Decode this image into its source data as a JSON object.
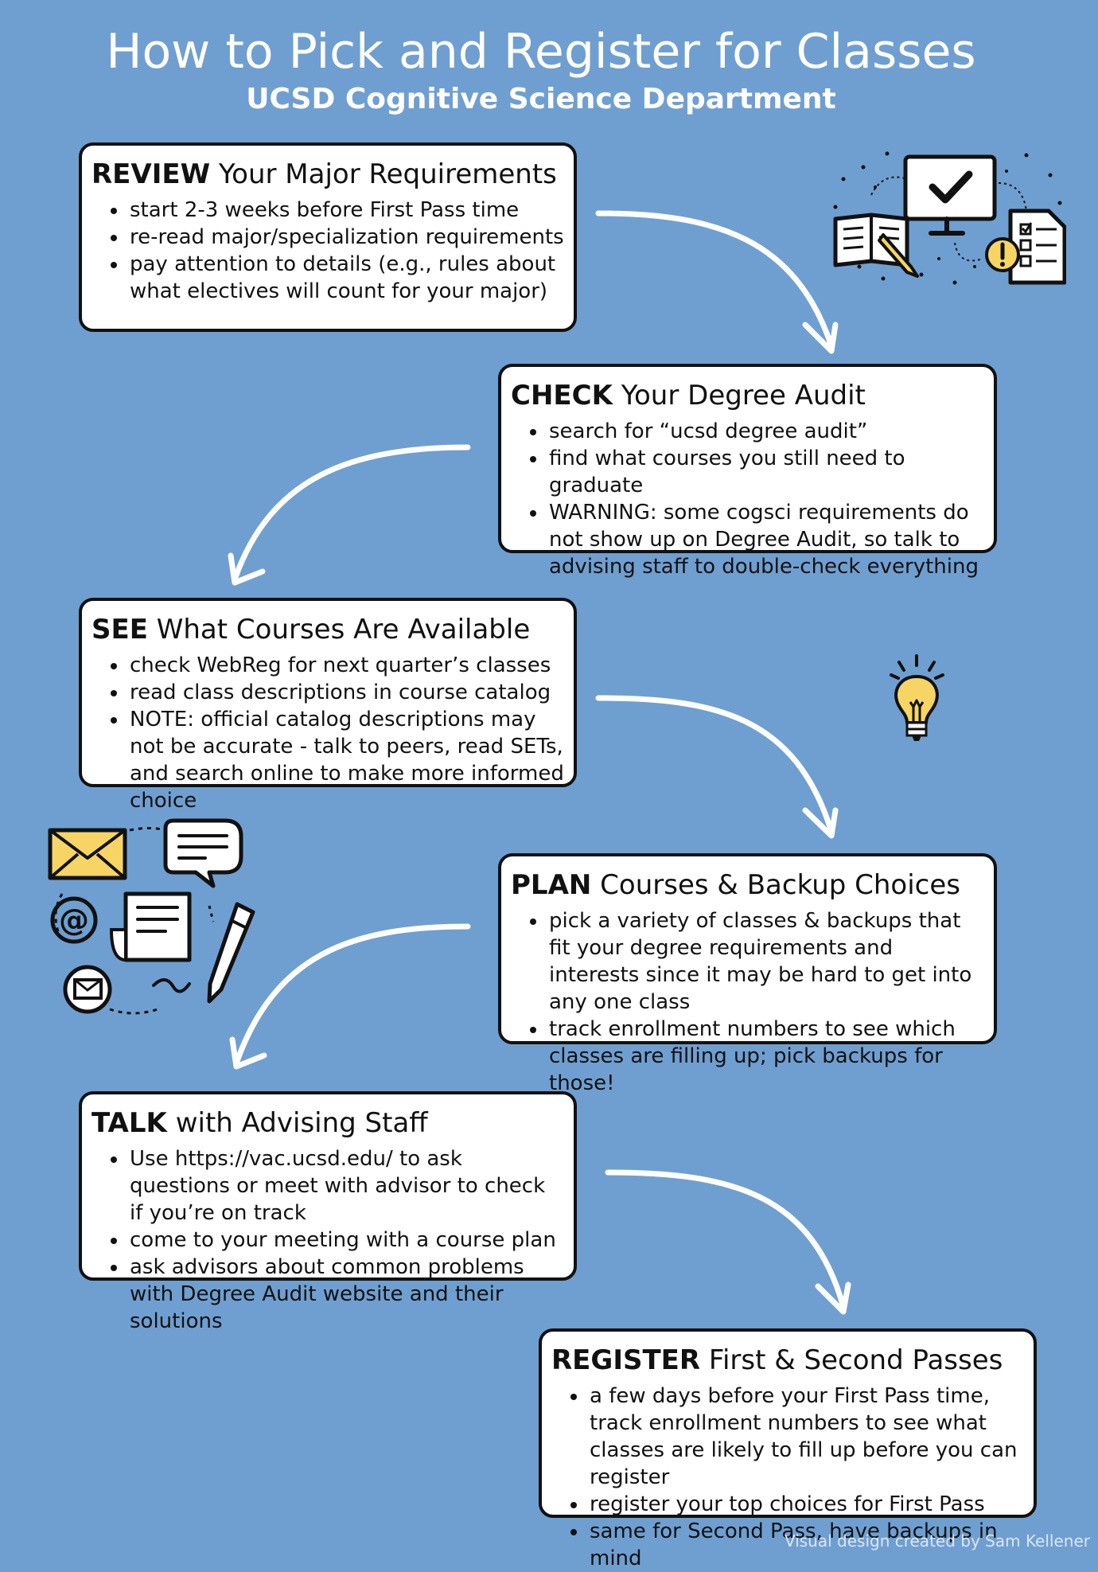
{
  "header": {
    "title": "How to Pick and Register for Classes",
    "subtitle": "UCSD Cognitive Science Department"
  },
  "steps": [
    {
      "keyword": "REVIEW",
      "heading": " Your Major Requirements",
      "bullets": [
        "start 2-3 weeks before First Pass time",
        "re-read major/specialization requirements",
        "pay attention to details (e.g., rules about what electives will count for your major)"
      ]
    },
    {
      "keyword": "CHECK",
      "heading": " Your Degree Audit",
      "bullets": [
        "search for “ucsd degree audit”",
        "find what courses you still need to graduate",
        "WARNING: some cogsci requirements do not show up on Degree Audit, so talk to advising staff to double-check everything"
      ]
    },
    {
      "keyword": "SEE",
      "heading": " What Courses Are Available",
      "bullets": [
        "check WebReg for next quarter’s classes",
        "read class descriptions in course catalog",
        "NOTE: official catalog descriptions may not be accurate - talk to peers, read SETs, and search online to make more informed choice"
      ]
    },
    {
      "keyword": "PLAN",
      "heading": " Courses & Backup Choices",
      "bullets": [
        "pick a variety of classes & backups that fit your degree requirements and interests since it may be hard to get into any one class",
        "track enrollment numbers to see which classes are filling up; pick backups for those!"
      ]
    },
    {
      "keyword": "TALK",
      "heading": " with Advising Staff",
      "bullets": [
        "Use https://vac.ucsd.edu/ to ask questions or meet with advisor to check if you’re on track",
        "come to your meeting with a course plan",
        "ask advisors about common problems with Degree Audit website and their solutions"
      ]
    },
    {
      "keyword": "REGISTER",
      "heading": " First & Second Passes",
      "bullets": [
        "a few days before your First Pass time, track enrollment numbers to see what classes are likely to fill up before you can register",
        "register your top choices for First Pass",
        "same for Second Pass, have backups in mind"
      ]
    }
  ],
  "footer": {
    "credit": "Visual design created by Sam Kellener"
  },
  "colors": {
    "background": "#6f9fd0",
    "box": "#ffffff",
    "outline": "#111111",
    "accent_yellow": "#f7d565"
  },
  "icons": [
    "checklist-monitor-icon",
    "lightbulb-icon",
    "communication-icon"
  ]
}
